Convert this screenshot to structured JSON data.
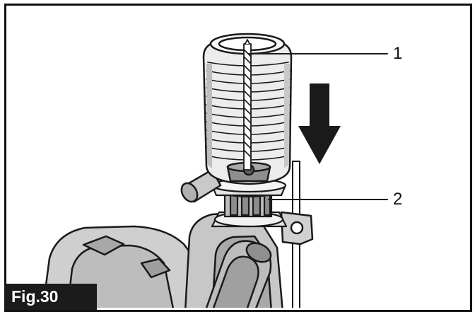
{
  "figure": {
    "label": "Fig.30",
    "callouts": [
      {
        "number": "1"
      },
      {
        "number": "2"
      }
    ],
    "arrow_direction": "down"
  }
}
